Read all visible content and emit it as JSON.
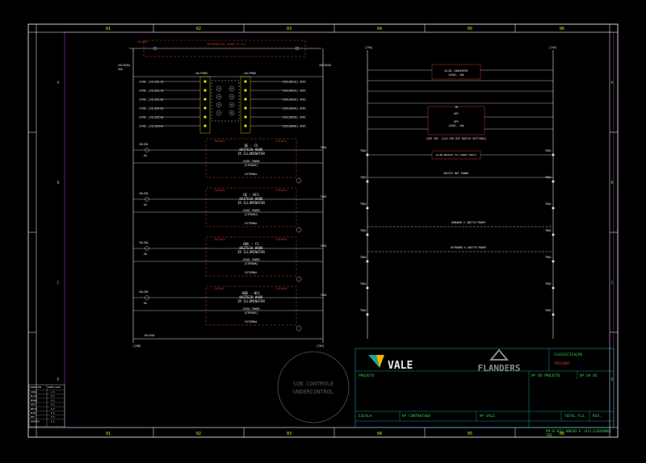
{
  "colors": {
    "background": "#000000",
    "frame": "#ffffff",
    "inner_frame": "#7a2a8a",
    "wire": "#e6e6e6",
    "label_yellow": "#e6e600",
    "red_box": "#c0392b",
    "green": "#3ecf4a",
    "magenta": "#ff00ff",
    "vale_teal": "#1aa59a",
    "vale_yellow": "#f4b400",
    "title_cyan": "#18c0d0",
    "stamp_grey": "#555555"
  },
  "grid": {
    "columns": [
      "01",
      "02",
      "03",
      "04",
      "05",
      "06"
    ],
    "rows": [
      "A",
      "B",
      "C",
      "D"
    ]
  },
  "left_panel": {
    "top_banner": "INTERMEDIATE POWER TO ACE",
    "top_left_tag": "20L0Y01",
    "breaker_main": "20LY0CB1",
    "breaker_main_rating": "30A",
    "breaker_main_right": "20LY0CB1",
    "terminal_left": "20LYPDB1",
    "terminal_right": "20LYPDB2",
    "dc_rows_left": [
      "24VDC [20LDDD1A]",
      "24VDC [20LDDD2A]",
      "24VDC [20LDDD3A]",
      "24VDC [20LDDD4A]",
      "24VDC [20LDDD5A]",
      "24VDC [20LDDD6A]"
    ],
    "dc_rows_right": [
      "[20LDDD1B] 0VDC",
      "[20LDDD2B] 0VDC",
      "[20LDDD3B] 0VDC",
      "[20LDDD4B] 0VDC",
      "[20LDDD5B] 0VDC",
      "[20LDDD6B] 0VDC"
    ],
    "fixtures": [
      {
        "name": "DE - CS",
        "line1": "HAZTECH HOOD",
        "line2": "IR ILLUMINATOR",
        "power": "24VDC POWER",
        "code": "[SIP008I]",
        "fuse": "20LCB2",
        "rating": "6A",
        "conn_left": "20LOHL1",
        "conn_right": "20LOHL2",
        "tb": "TB01"
      },
      {
        "name": "DE - NCS",
        "line1": "HAZTECH HOOD",
        "line2": "IR ILLUMINATOR",
        "power": "24VDC POWER",
        "code": "[SIP008J]",
        "fuse": "20LCB3",
        "rating": "6A",
        "conn_left": "20LOHL3",
        "conn_right": "20LOHL4",
        "tb": "TB01"
      },
      {
        "name": "NDE - CS",
        "line1": "HAZTECH HOOD",
        "line2": "IR ILLUMINATOR",
        "power": "24VDC POWER",
        "code": "[SIP008K]",
        "fuse": "20LCB4",
        "rating": "6A",
        "conn_left": "20LOHL5",
        "conn_right": "20LOHL6",
        "tb": "TB01"
      },
      {
        "name": "NDE - NCS",
        "line1": "HAZTECH HOOD",
        "line2": "IR ILLUMINATOR",
        "power": "24VDC POWER",
        "code": "[SIP008L]",
        "fuse": "20LCB5",
        "rating": "6A",
        "conn_left": "20LOHL7",
        "conn_right": "20LOHL8",
        "tb": "TB01"
      }
    ],
    "external_label": "EXTERNAL",
    "bottom_left": "[20B]",
    "bottom_right": "[20V]",
    "bottom_tag": "20LY03A"
  },
  "right_panel": {
    "top_left": "[25A]",
    "top_right": "[24V]",
    "converter_title": "DC/DC CONVERTER",
    "converter_sub": "24VDC, 10A",
    "ups_title": "UPS",
    "ups_sub": "24VDC, 10A",
    "ups_out": "OUT",
    "ups_in": "IN",
    "dip_note": "(SEE SHT. 22/U FOR DIP SWITCH SETTINGS)",
    "plc_supply": "ALLEN-BRADLEY PLC POWER SUPPLY",
    "device_net": "DEVICE NET POWER",
    "onboard_switch": "ONBOARD E-SWITCH POWER",
    "offboard_switch": "OFFBOARD E-SWITCH POWER",
    "tb_labels": [
      "TB02",
      "TB02",
      "TB02",
      "TB02",
      "TB02",
      "TB02",
      "TB02"
    ]
  },
  "stamp": {
    "line1": "SOB CONTROLE",
    "line2": "UNDERCONTROL"
  },
  "legend": {
    "header_left": "CONDUCTOR",
    "header_right": "CORES/SIZE",
    "rows": [
      [
        "24VDC",
        "1.5"
      ],
      [
        "BLACK",
        "0.5"
      ],
      [
        "BROWN",
        "0.5"
      ],
      [
        "GREY",
        "0.5"
      ],
      [
        "WHITE",
        "0.5"
      ],
      [
        "BLUE",
        "0.5"
      ],
      [
        "RED",
        "0.5"
      ],
      [
        "MAGENTA",
        "0.5"
      ]
    ]
  },
  "title_block": {
    "brand_left": "VALE",
    "brand_right": "FLANDERS",
    "classification_label": "CLASSIFICAÇÃO",
    "classification_value": "INTERNO",
    "projeto": "PROJETO",
    "no_projeto": "Nº DO PROJETO",
    "no_de": "Nº DA DE",
    "escala": "ESCALA",
    "no_contratada": "Nº CONTRATADA",
    "no_vale": "Nº VALE",
    "total_fl": "TOTAL FLS.",
    "rev": "REV.",
    "doc_code": "PR-B-022 ANEXO E (A3)(CADERNO)",
    "doc_code2": "TBI"
  }
}
